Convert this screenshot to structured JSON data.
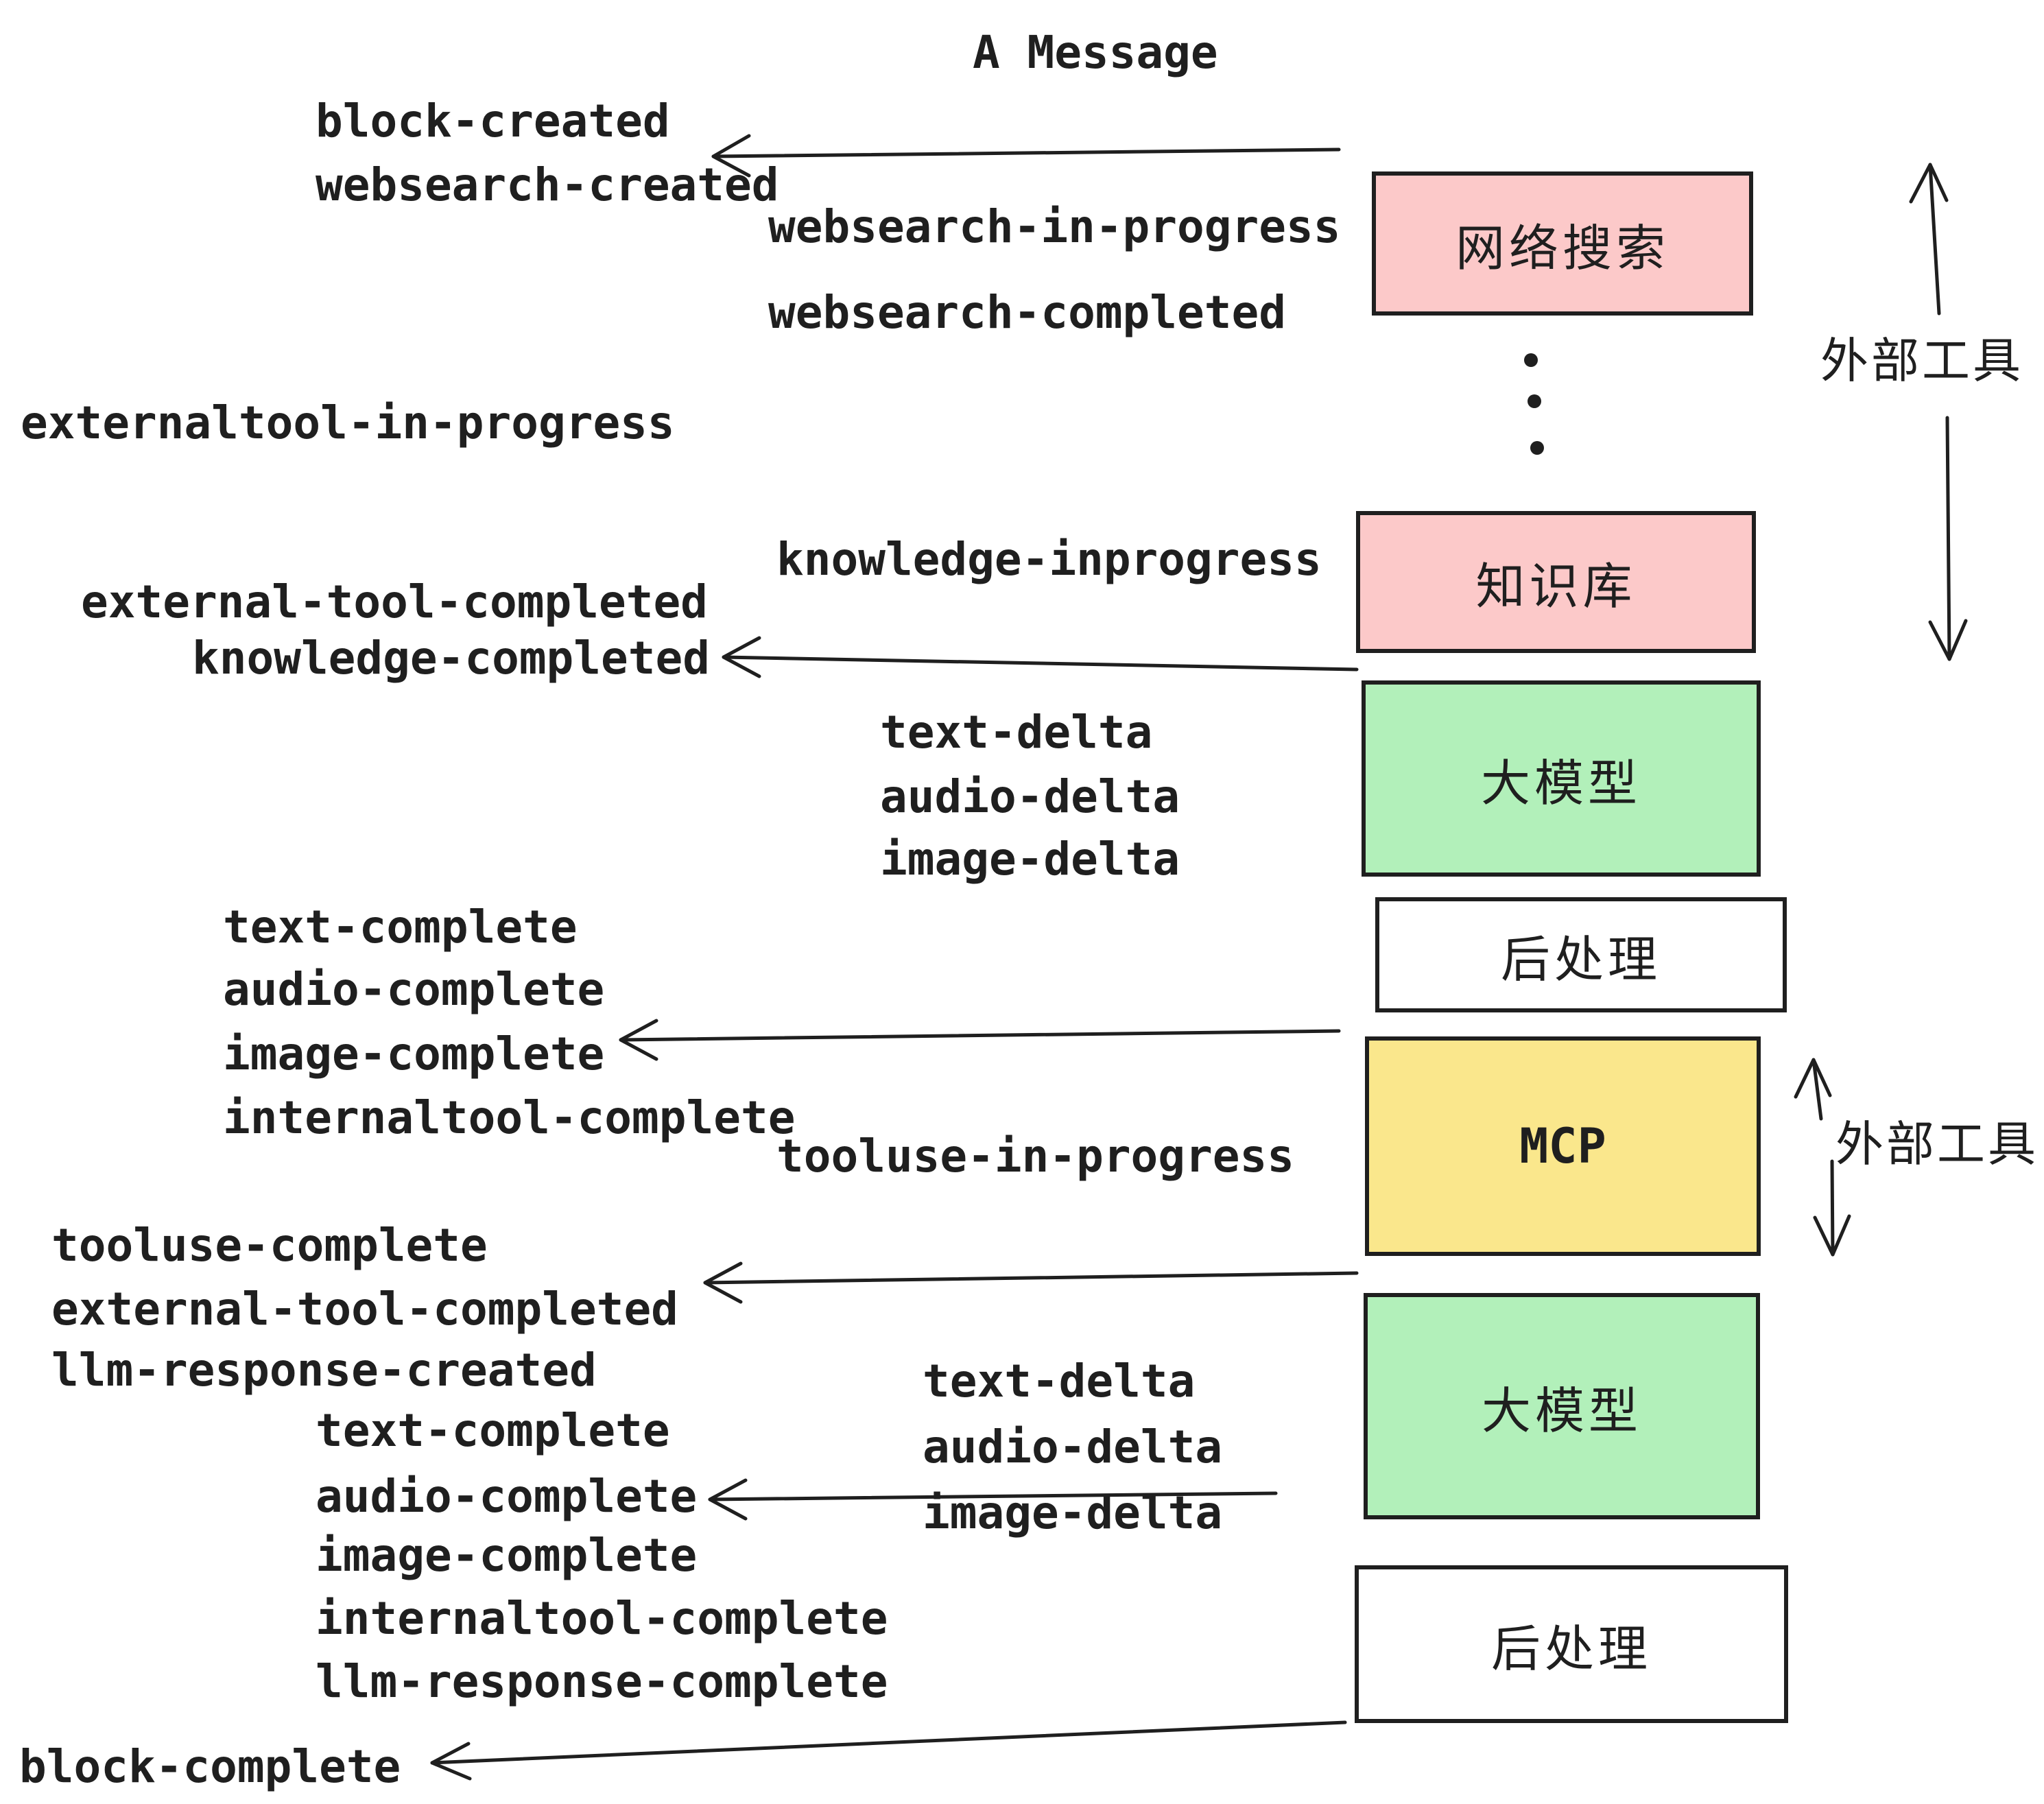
{
  "title": "A Message",
  "colors": {
    "ink": "#1f1f1f",
    "background": "#ffffff",
    "pink": "#fcc9c9",
    "green": "#b2f0ba",
    "yellow": "#fae78c",
    "white": "#ffffff"
  },
  "boxes": [
    {
      "label": "网络搜索",
      "color": "#fcc9c9"
    },
    {
      "label": "知识库",
      "color": "#fcc9c9"
    },
    {
      "label": "大模型",
      "color": "#b2f0ba"
    },
    {
      "label": "后处理",
      "color": "#ffffff"
    },
    {
      "label": "MCP",
      "color": "#fae78c"
    },
    {
      "label": "大模型",
      "color": "#b2f0ba"
    },
    {
      "label": "后处理",
      "color": "#ffffff"
    }
  ],
  "side_labels": {
    "top": "外部工具",
    "bottom": "外部工具"
  },
  "events": {
    "block_created": "block-created",
    "websearch_created": "websearch-created",
    "websearch_in_progress": "websearch-in-progress",
    "websearch_completed": "websearch-completed",
    "externaltool_in_progress": "externaltool-in-progress",
    "knowledge_inprogress": "knowledge-inprogress",
    "external_tool_completed_1": "external-tool-completed",
    "knowledge_completed": "knowledge-completed",
    "text_delta_1": "text-delta",
    "audio_delta_1": "audio-delta",
    "image_delta_1": "image-delta",
    "text_complete_1": "text-complete",
    "audio_complete_1": "audio-complete",
    "image_complete_1": "image-complete",
    "internaltool_complete_1": "internaltool-complete",
    "tooluse_in_progress": "tooluse-in-progress",
    "tooluse_complete": "tooluse-complete",
    "external_tool_completed_2": "external-tool-completed",
    "llm_response_created": "llm-response-created",
    "text_complete_2": "text-complete",
    "audio_complete_2": "audio-complete",
    "image_complete_2": "image-complete",
    "internaltool_complete_2": "internaltool-complete",
    "llm_response_complete": "llm-response-complete",
    "block_complete": "block-complete"
  }
}
